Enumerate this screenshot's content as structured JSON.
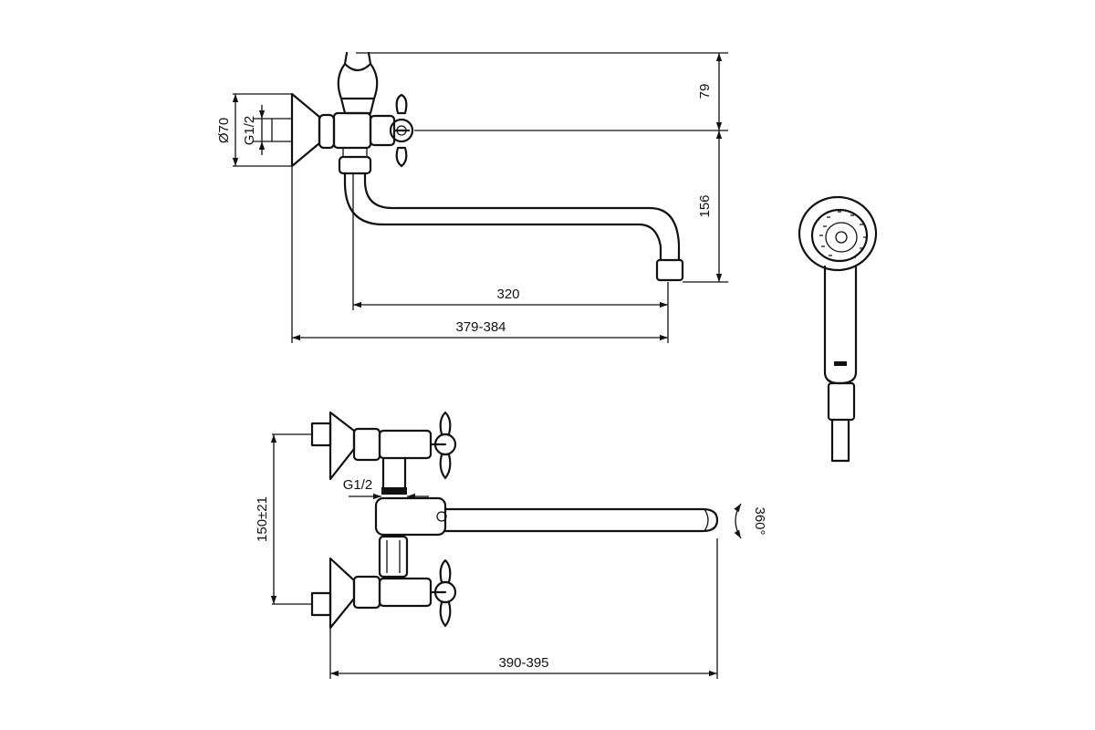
{
  "drawing": {
    "dimensions": {
      "height_top": "79",
      "height_spout": "156",
      "spout_reach": "320",
      "total_reach_side": "379-384",
      "total_reach_top": "390-395",
      "centers": "150±21",
      "diameter_flange": "Ø70",
      "thread_side": "G1/2",
      "thread_top": "G1/2",
      "rotation": "360°"
    },
    "colors": {
      "line": "#111111",
      "background": "#ffffff"
    }
  }
}
